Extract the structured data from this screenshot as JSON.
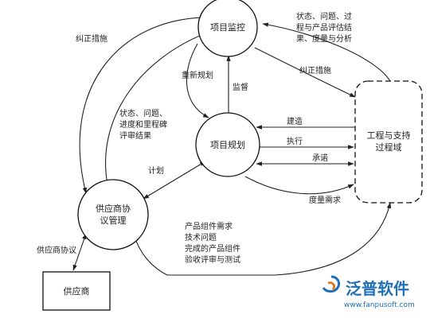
{
  "nodes": {
    "monitor": "项目监控",
    "planning": "项目规划",
    "supplier_mgmt": [
      "供应商协",
      "议管理"
    ],
    "engineering": [
      "工程与支持",
      "过程域"
    ],
    "supplier": "供应商"
  },
  "edge_labels": {
    "status_top": [
      "状态、问题、过",
      "程与产品评估结",
      "果、度量与分析"
    ],
    "corrective_left": "纠正措施",
    "corrective_right": "纠正措施",
    "replan": "重新规划",
    "supervise": "监督",
    "status_mid": [
      "状态、问题、",
      "进度和里程碑",
      "评审结果"
    ],
    "plan": "计划",
    "build": "建造",
    "execute": "执行",
    "commit": "承诺",
    "measure": "度量需求",
    "component_info": [
      "产品组件需求",
      "技术问题",
      "完成的产品组件",
      "验收评审与测试"
    ],
    "supplier_agreement": "供应商协议"
  },
  "watermark": {
    "brand": "泛普软件",
    "url": "www.fanpusoft.com"
  },
  "colors": {
    "line": "#222222",
    "brand_blue": "#1f6fb8"
  }
}
